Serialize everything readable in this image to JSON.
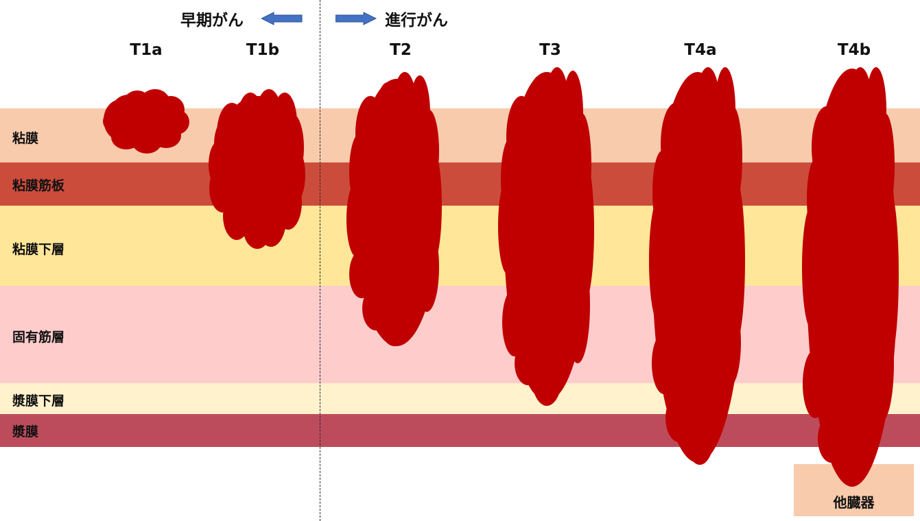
{
  "header": {
    "early_label": "早期がん",
    "advanced_label": "進行がん",
    "arrow_color": "#4472c4"
  },
  "layers": [
    {
      "name": "粘膜",
      "color": "#f8cbad"
    },
    {
      "name": "粘膜筋板",
      "color": "#cc4c3c"
    },
    {
      "name": "粘膜下層",
      "color": "#ffe699"
    },
    {
      "name": "固有筋層",
      "color": "#ffcccc"
    },
    {
      "name": "漿膜下層",
      "color": "#fff2cc"
    },
    {
      "name": "漿膜",
      "color": "#bc4c5c"
    }
  ],
  "stages": [
    "T1a",
    "T1b",
    "T2",
    "T3",
    "T4a",
    "T4b"
  ],
  "other_organ": "他臓器",
  "tumor_color": "#c00000"
}
